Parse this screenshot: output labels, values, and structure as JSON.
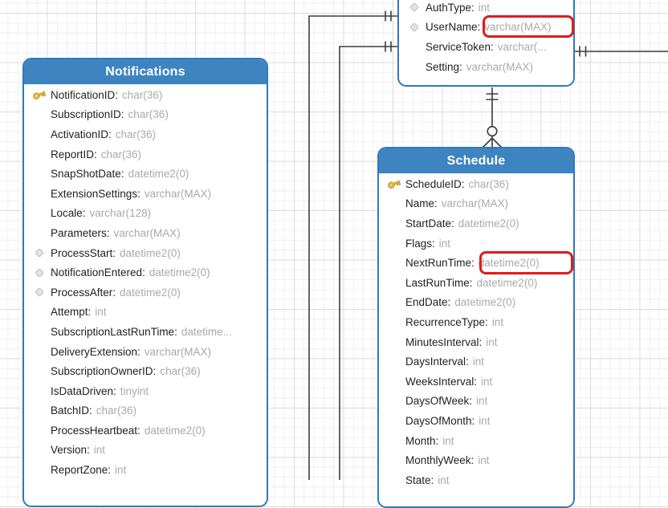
{
  "diagram": {
    "kind": "database-entity-relationship-diagram",
    "separator": ":"
  },
  "colors": {
    "header_blue": "#3d84c1",
    "border_blue": "#2f79ba",
    "column_name_text": "#212121",
    "column_type_text": "#a9a9a9",
    "highlight_red": "#e01b1b",
    "connector_gray": "#3d3d3d",
    "key_icon_gold": "#f5c73d",
    "diamond_icon_gray": "#e4e4e4"
  },
  "tables": [
    {
      "id": "top-partial",
      "title": "",
      "note": "table cut off at top edge of screen",
      "rows": [
        {
          "name": "AuthType",
          "type": "int",
          "icon": "diamond"
        },
        {
          "name": "UserName",
          "type": "varchar(MAX)",
          "icon": "diamond",
          "highlighted": true
        },
        {
          "name": "ServiceToken",
          "type": "varchar(...",
          "icon": null
        },
        {
          "name": "Setting",
          "type": "varchar(MAX)",
          "icon": null
        }
      ]
    },
    {
      "id": "notifications",
      "title": "Notifications",
      "rows": [
        {
          "name": "NotificationID",
          "type": "char(36)",
          "icon": "key"
        },
        {
          "name": "SubscriptionID",
          "type": "char(36)",
          "icon": null
        },
        {
          "name": "ActivationID",
          "type": "char(36)",
          "icon": null
        },
        {
          "name": "ReportID",
          "type": "char(36)",
          "icon": null
        },
        {
          "name": "SnapShotDate",
          "type": "datetime2(0)",
          "icon": null
        },
        {
          "name": "ExtensionSettings",
          "type": "varchar(MAX)",
          "icon": null
        },
        {
          "name": "Locale",
          "type": "varchar(128)",
          "icon": null
        },
        {
          "name": "Parameters",
          "type": "varchar(MAX)",
          "icon": null
        },
        {
          "name": "ProcessStart",
          "type": "datetime2(0)",
          "icon": "diamond"
        },
        {
          "name": "NotificationEntered",
          "type": "datetime2(0)",
          "icon": "diamond"
        },
        {
          "name": "ProcessAfter",
          "type": "datetime2(0)",
          "icon": "diamond"
        },
        {
          "name": "Attempt",
          "type": "int",
          "icon": null
        },
        {
          "name": "SubscriptionLastRunTime",
          "type": "datetime...",
          "icon": null
        },
        {
          "name": "DeliveryExtension",
          "type": "varchar(MAX)",
          "icon": null
        },
        {
          "name": "SubscriptionOwnerID",
          "type": "char(36)",
          "icon": null
        },
        {
          "name": "IsDataDriven",
          "type": "tinyint",
          "icon": null
        },
        {
          "name": "BatchID",
          "type": "char(36)",
          "icon": null
        },
        {
          "name": "ProcessHeartbeat",
          "type": "datetime2(0)",
          "icon": null
        },
        {
          "name": "Version",
          "type": "int",
          "icon": null
        },
        {
          "name": "ReportZone",
          "type": "int",
          "icon": null
        }
      ]
    },
    {
      "id": "schedule",
      "title": "Schedule",
      "rows": [
        {
          "name": "ScheduleID",
          "type": "char(36)",
          "icon": "key"
        },
        {
          "name": "Name",
          "type": "varchar(MAX)",
          "icon": null
        },
        {
          "name": "StartDate",
          "type": "datetime2(0)",
          "icon": null
        },
        {
          "name": "Flags",
          "type": "int",
          "icon": null
        },
        {
          "name": "NextRunTime",
          "type": "datetime2(0)",
          "icon": null,
          "highlighted": true
        },
        {
          "name": "LastRunTime",
          "type": "datetime2(0)",
          "icon": null
        },
        {
          "name": "EndDate",
          "type": "datetime2(0)",
          "icon": null
        },
        {
          "name": "RecurrenceType",
          "type": "int",
          "icon": null
        },
        {
          "name": "MinutesInterval",
          "type": "int",
          "icon": null
        },
        {
          "name": "DaysInterval",
          "type": "int",
          "icon": null
        },
        {
          "name": "WeeksInterval",
          "type": "int",
          "icon": null
        },
        {
          "name": "DaysOfWeek",
          "type": "int",
          "icon": null
        },
        {
          "name": "DaysOfMonth",
          "type": "int",
          "icon": null
        },
        {
          "name": "Month",
          "type": "int",
          "icon": null
        },
        {
          "name": "MonthlyWeek",
          "type": "int",
          "icon": null
        },
        {
          "name": "State",
          "type": "int",
          "icon": null
        }
      ]
    }
  ],
  "highlights": [
    {
      "target_table": "top-partial",
      "target_column": "UserName",
      "boxed_text": "varchar(MAX)"
    },
    {
      "target_table": "schedule",
      "target_column": "NextRunTime",
      "boxed_text": "datetime2(0)"
    }
  ]
}
